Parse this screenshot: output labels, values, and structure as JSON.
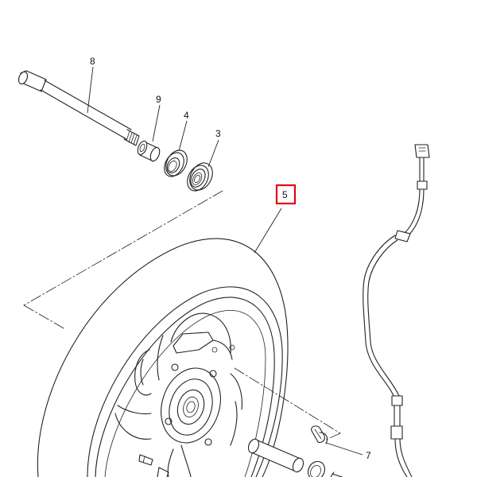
{
  "callouts": {
    "c8": "8",
    "c9": "9",
    "c4": "4",
    "c3": "3",
    "c5": "5",
    "c7": "7"
  },
  "highlight": {
    "callout": "5",
    "color": "#e60012"
  },
  "icons": [
    "axle-icon",
    "collar-icon",
    "oil-seal-icon",
    "bearing-icon",
    "wheel-icon",
    "sensor-cable-icon",
    "clamp-icon"
  ]
}
